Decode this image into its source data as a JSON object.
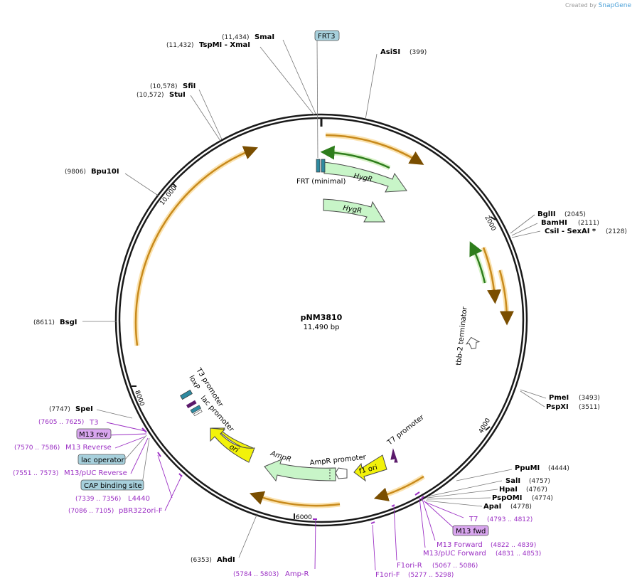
{
  "credit": {
    "prefix": "Created by",
    "brand": "SnapGene"
  },
  "plasmid": {
    "name": "pNM3810",
    "length": "11,490 bp"
  },
  "ticks": [
    {
      "bp": 2000,
      "label": "2000"
    },
    {
      "bp": 4000,
      "label": "4000"
    },
    {
      "bp": 6000,
      "label": "6000"
    },
    {
      "bp": 8000,
      "label": "8000"
    },
    {
      "bp": 10000,
      "label": "10,000"
    }
  ],
  "enzymes": [
    {
      "name": "SmaI",
      "pos": "(11,434)"
    },
    {
      "name": "TspMI - XmaI",
      "pos": "(11,432)"
    },
    {
      "name": "SfiI",
      "pos": "(10,578)"
    },
    {
      "name": "StuI",
      "pos": "(10,572)"
    },
    {
      "name": "Bpu10I",
      "pos": "(9806)"
    },
    {
      "name": "BsgI",
      "pos": "(8611)"
    },
    {
      "name": "SpeI",
      "pos": "(7747)"
    },
    {
      "name": "AhdI",
      "pos": "(6353)"
    },
    {
      "name": "AsiSI",
      "pos": "(399)"
    },
    {
      "name": "BglII",
      "pos": "(2045)"
    },
    {
      "name": "BamHI",
      "pos": "(2111)"
    },
    {
      "name": "CsiI - SexAI *",
      "pos": "(2128)"
    },
    {
      "name": "PmeI",
      "pos": "(3493)"
    },
    {
      "name": "PspXI",
      "pos": "(3511)"
    },
    {
      "name": "PpuMI",
      "pos": "(4444)"
    },
    {
      "name": "SalI",
      "pos": "(4757)"
    },
    {
      "name": "HpaI",
      "pos": "(4767)"
    },
    {
      "name": "PspOMI",
      "pos": "(4774)"
    },
    {
      "name": "ApaI",
      "pos": "(4778)"
    }
  ],
  "primers": [
    {
      "name": "T3",
      "pos": "(7605 .. 7625)"
    },
    {
      "name": "M13 rev",
      "pos": ""
    },
    {
      "name": "M13 Reverse",
      "pos": "(7570 .. 7586)"
    },
    {
      "name": "lac operator",
      "pos": ""
    },
    {
      "name": "M13/pUC Reverse",
      "pos": "(7551 .. 7573)"
    },
    {
      "name": "CAP binding site",
      "pos": ""
    },
    {
      "name": "L4440",
      "pos": "(7339 .. 7356)"
    },
    {
      "name": "pBR322ori-F",
      "pos": "(7086 .. 7105)"
    },
    {
      "name": "Amp-R",
      "pos": "(5784 .. 5803)"
    },
    {
      "name": "F1ori-F",
      "pos": "(5277 .. 5298)"
    },
    {
      "name": "F1ori-R",
      "pos": "(5067 .. 5086)"
    },
    {
      "name": "M13/pUC Forward",
      "pos": "(4831 .. 4853)"
    },
    {
      "name": "M13 Forward",
      "pos": "(4822 .. 4839)"
    },
    {
      "name": "M13 fwd",
      "pos": ""
    },
    {
      "name": "T7",
      "pos": "(4793 .. 4812)"
    }
  ],
  "features": {
    "frt3": "FRT3",
    "frt_minimal": "FRT (minimal)",
    "hygr1": "HygR",
    "hygr2": "HygR",
    "tbb2": "tbb-2 terminator",
    "t7_promoter": "T7 promoter",
    "f1_ori": "f1 ori",
    "ampr_promoter": "AmpR promoter",
    "ampr": "AmpR",
    "ori": "ori",
    "lac_promoter": "lac promoter",
    "loxp": "loxP",
    "t3_promoter": "T3 promoter"
  },
  "colors": {
    "backbone": "#1a1a1a",
    "orf": "#c88a1c",
    "orf_halo": "#fbe3b0",
    "feature_green": "#c8f5c8",
    "ori_yellow": "#f2f20a",
    "primer": "#9b2fc4",
    "feature_box": "#a7d0dc",
    "primer_box": "#d9a6ef"
  }
}
